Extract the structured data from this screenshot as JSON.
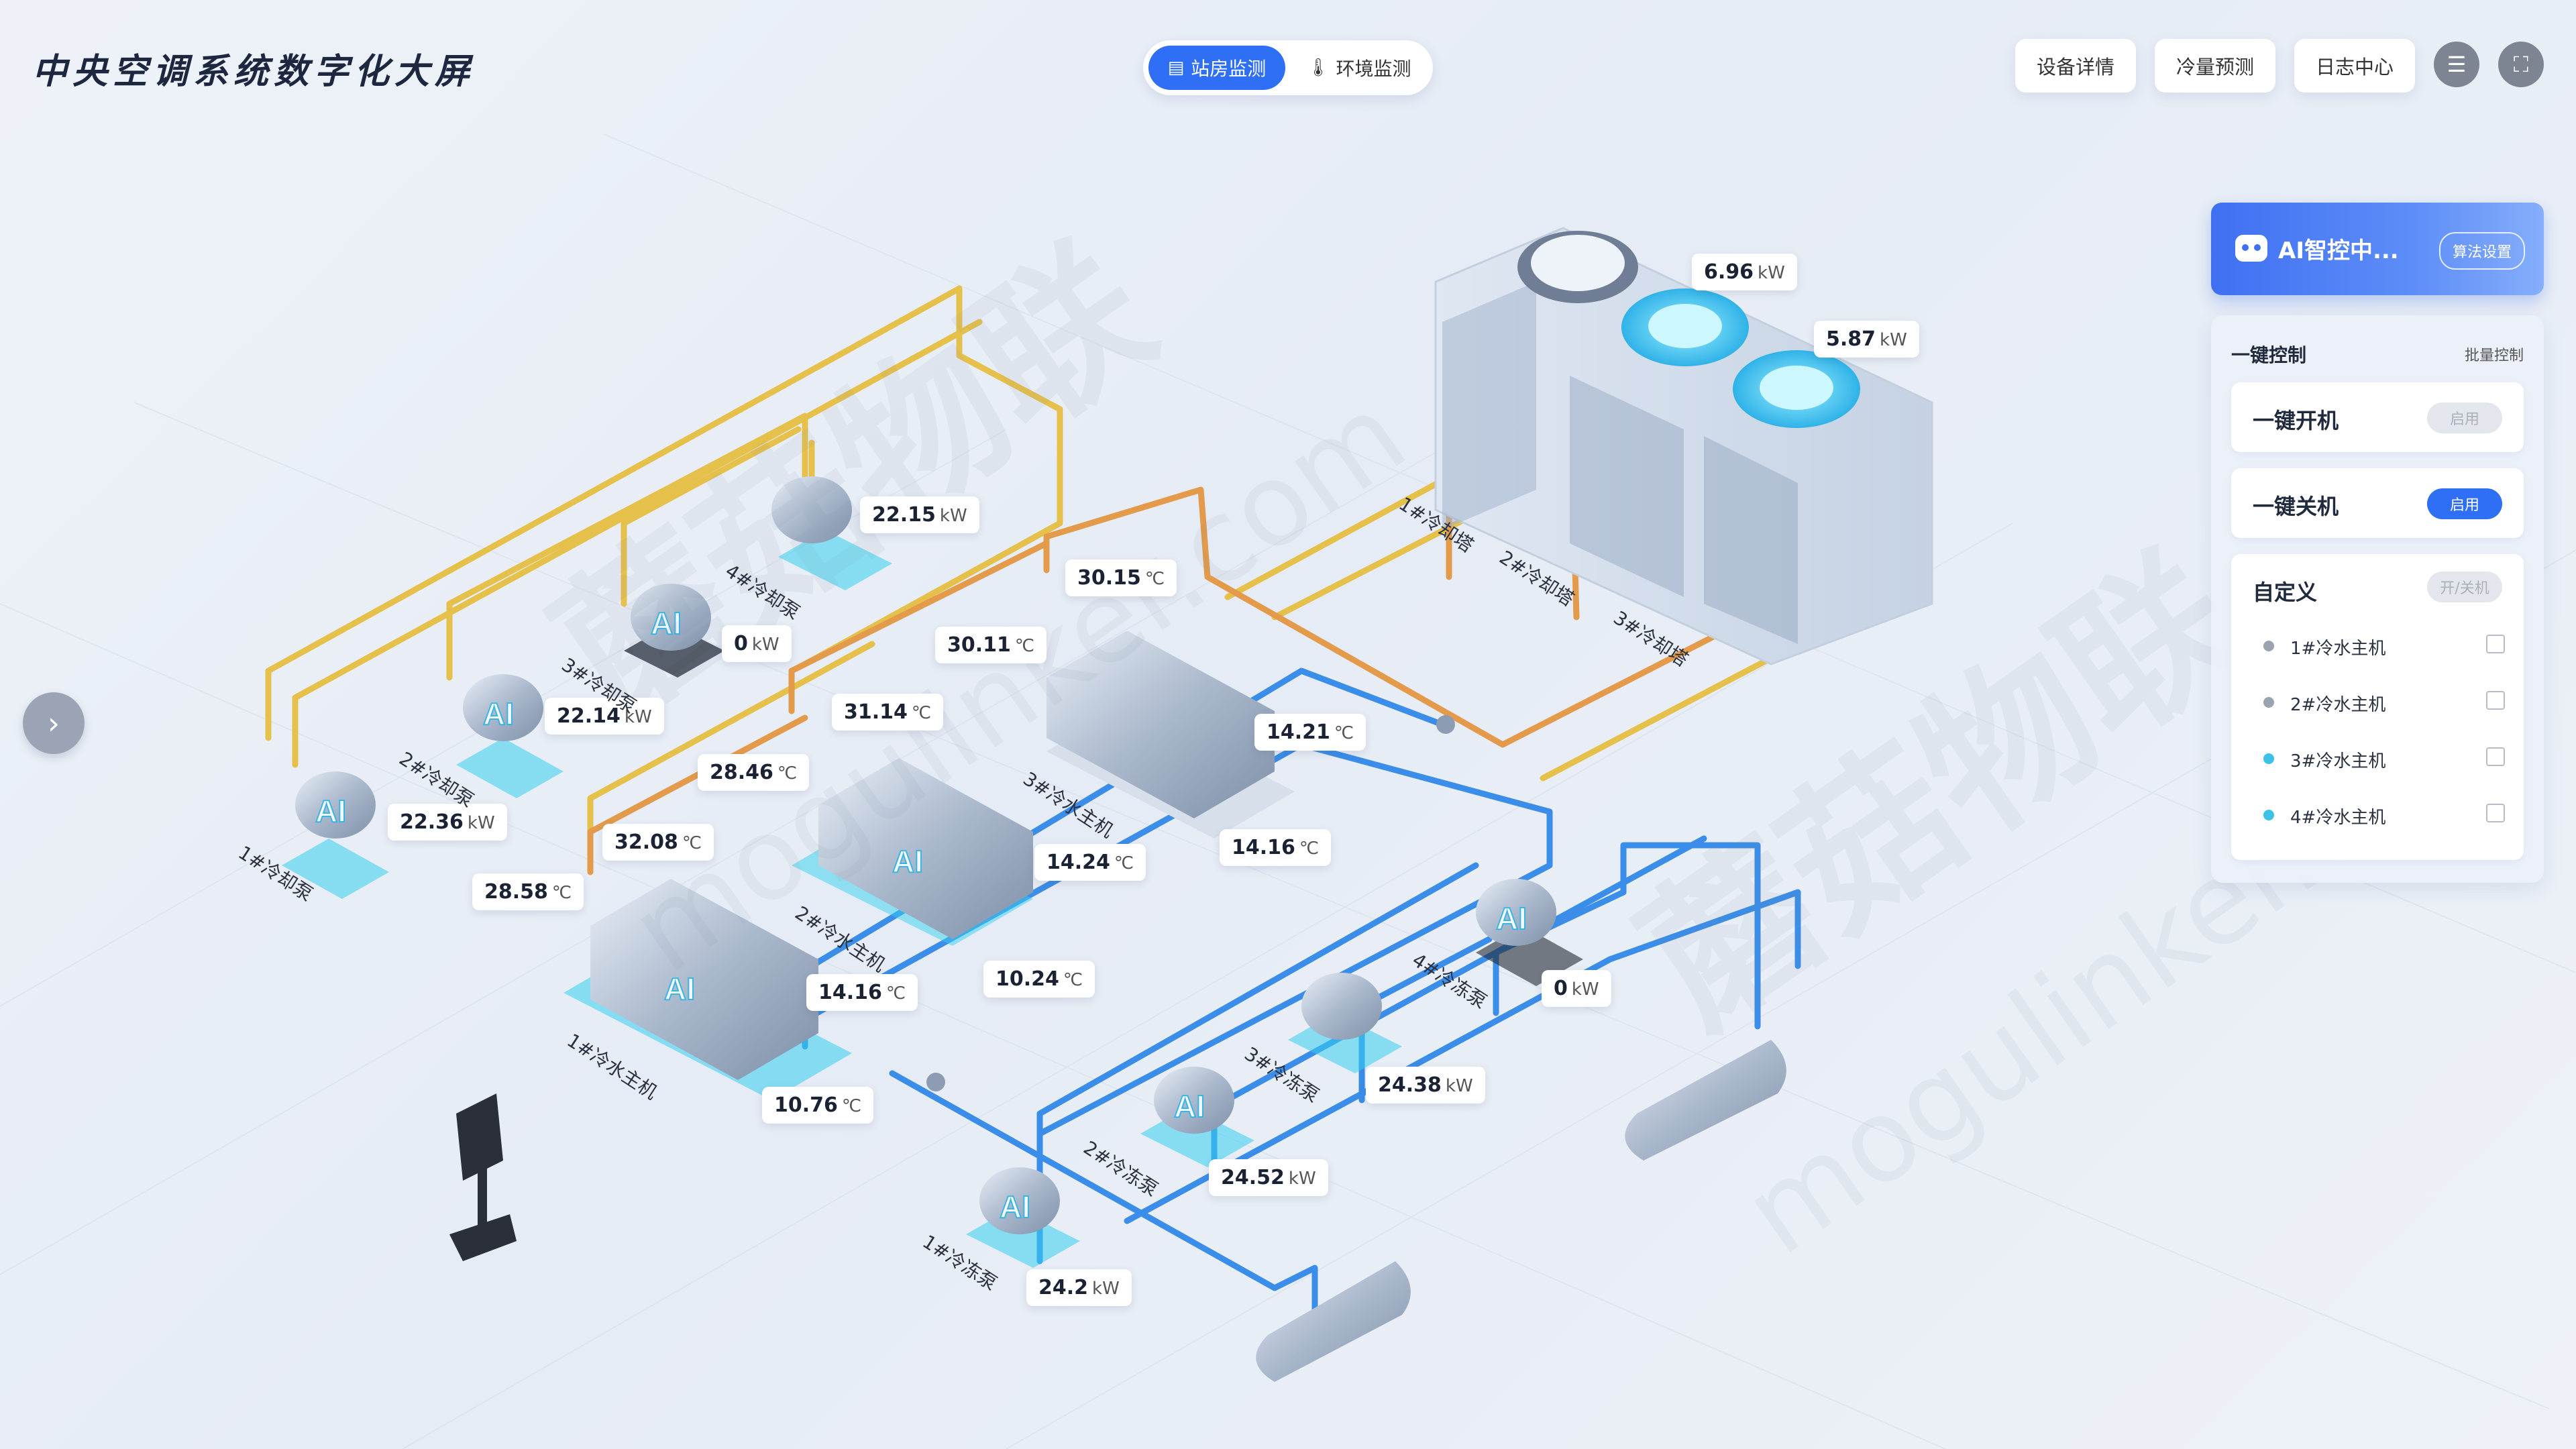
{
  "header": {
    "title": "中央空调系统数字化大屏",
    "modes": [
      {
        "label": "站房监测",
        "icon": "server-icon",
        "active": true
      },
      {
        "label": "环境监测",
        "icon": "thermometer-icon",
        "active": false
      }
    ],
    "nav": [
      "设备详情",
      "冷量预测",
      "日志中心"
    ],
    "menu_icon": "menu-icon",
    "fullscreen_icon": "fullscreen-icon"
  },
  "watermark": {
    "brand": "蘑菇物联",
    "url": "mogulinker.com"
  },
  "colors": {
    "accent": "#2f6ff5",
    "cooling_pipe": "#e5c04a",
    "hot_pipe": "#e39a4a",
    "chilled_pipe": "#3a8de8",
    "glow": "#2fd6f0"
  },
  "equipment": {
    "cooling_towers": [
      {
        "name": "1#冷却塔"
      },
      {
        "name": "2#冷却塔",
        "power": "6.96"
      },
      {
        "name": "3#冷却塔",
        "power": "5.87"
      }
    ],
    "cooling_pumps": [
      {
        "name": "1#冷却泵",
        "power": "22.36"
      },
      {
        "name": "2#冷却泵",
        "power": "22.14"
      },
      {
        "name": "3#冷却泵",
        "power": "0"
      },
      {
        "name": "4#冷却泵",
        "power": "22.15"
      }
    ],
    "chillers": [
      {
        "name": "1#冷水主机",
        "temps": [
          "28.58",
          "32.08",
          "14.16",
          "10.76"
        ]
      },
      {
        "name": "2#冷水主机",
        "temps": [
          "28.46",
          "31.14",
          "14.24",
          "10.24"
        ]
      },
      {
        "name": "3#冷水主机",
        "temps": [
          "30.11",
          "30.15",
          "14.21",
          "14.16"
        ]
      }
    ],
    "chilled_pumps": [
      {
        "name": "1#冷冻泵",
        "power": "24.2"
      },
      {
        "name": "2#冷冻泵",
        "power": "24.52"
      },
      {
        "name": "3#冷冻泵",
        "power": "24.38"
      },
      {
        "name": "4#冷冻泵",
        "power": "0"
      }
    ],
    "ai_badge": "AI"
  },
  "units": {
    "power": "kW",
    "temp": "℃"
  },
  "control": {
    "ai_status": "AI智控中...",
    "algo_settings": "算法设置",
    "one_key_title": "一键控制",
    "batch_control": "批量控制",
    "power_on": {
      "label": "一键开机",
      "btn": "启用",
      "enabled": false
    },
    "power_off": {
      "label": "一键关机",
      "btn": "启用",
      "enabled": true
    },
    "custom": {
      "label": "自定义",
      "btn": "开/关机",
      "chillers": [
        {
          "name": "1#冷水主机",
          "status_color": "#9aa3b0",
          "checked": false
        },
        {
          "name": "2#冷水主机",
          "status_color": "#9aa3b0",
          "checked": false
        },
        {
          "name": "3#冷水主机",
          "status_color": "#3ec1e8",
          "checked": false
        },
        {
          "name": "4#冷水主机",
          "status_color": "#3ec1e8",
          "checked": false
        }
      ]
    }
  }
}
